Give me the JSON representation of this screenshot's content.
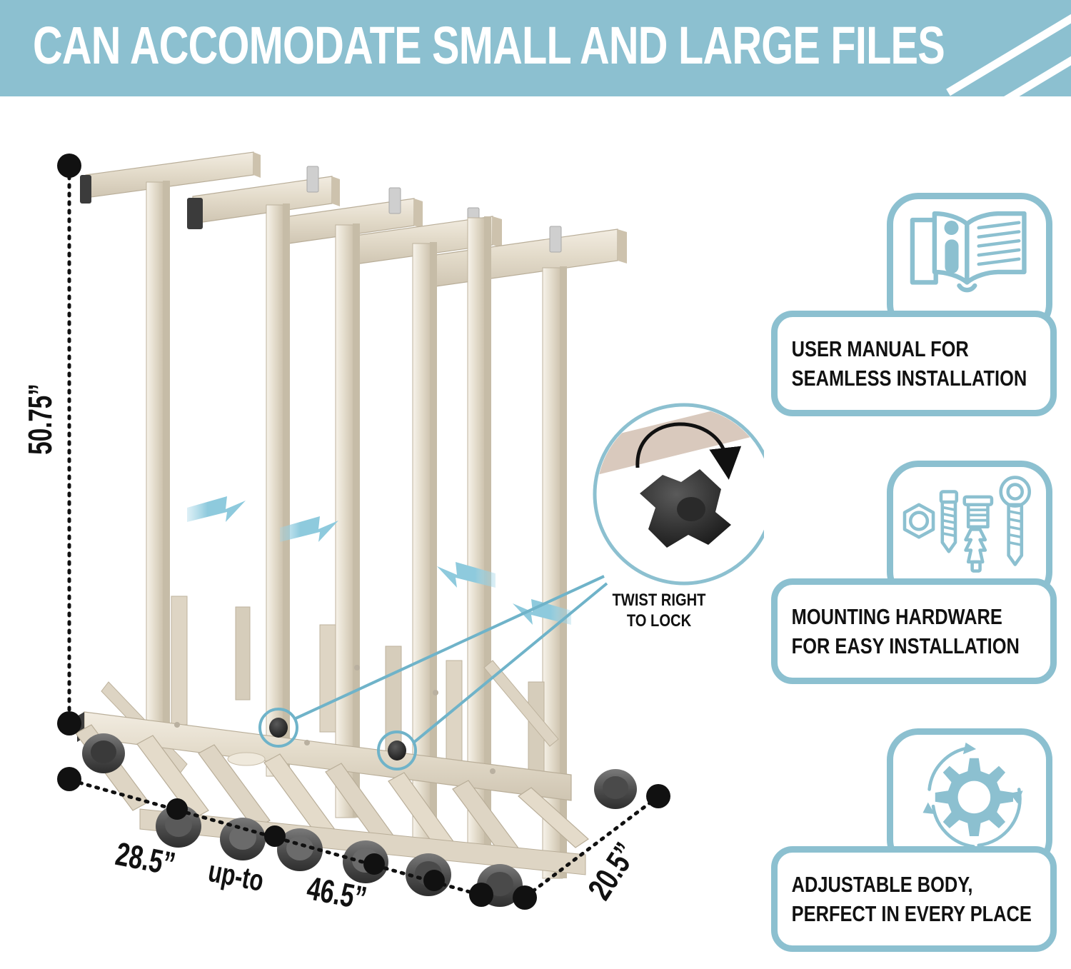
{
  "header": {
    "title": "CAN ACCOMODATE SMALL AND LARGE FILES",
    "background_color": "#8cc0d0",
    "text_color": "#ffffff",
    "stripe_color": "#ffffff"
  },
  "product": {
    "name": "adjustable-rolling-file-rack",
    "frame_color": "#ddd5c6",
    "end_cap_color": "#3c3c3c",
    "caster_color": "#4a4a4a",
    "crossbar_count": 5,
    "caster_count": 8
  },
  "dimensions": {
    "height": "50.75”",
    "width_min": "28.5”",
    "width_separator": "up-to",
    "width_max": "46.5”",
    "depth": "20.5”",
    "line_color": "#111111",
    "marker_color": "#111111"
  },
  "callout": {
    "line1": "TWIST RIGHT",
    "line2": "TO LOCK",
    "circle_color": "#8cc0d0",
    "knob_color": "#2e2e2e",
    "arrow_color": "#111111",
    "leader_color": "#6fb3c9"
  },
  "motion_arrows": {
    "color": "#8ecadd",
    "directions": [
      "right",
      "right",
      "left",
      "left"
    ]
  },
  "features": [
    {
      "icon": "open-book-info-icon",
      "line1": "USER MANUAL FOR",
      "line2": "SEAMLESS INSTALLATION",
      "accent_color": "#8cc0d0"
    },
    {
      "icon": "mounting-hardware-icon",
      "line1": "MOUNTING HARDWARE",
      "line2": "FOR  EASY INSTALLATION",
      "accent_color": "#8cc0d0"
    },
    {
      "icon": "gear-rotation-icon",
      "line1": "ADJUSTABLE BODY,",
      "line2": "PERFECT IN EVERY PLACE",
      "accent_color": "#8cc0d0"
    }
  ]
}
